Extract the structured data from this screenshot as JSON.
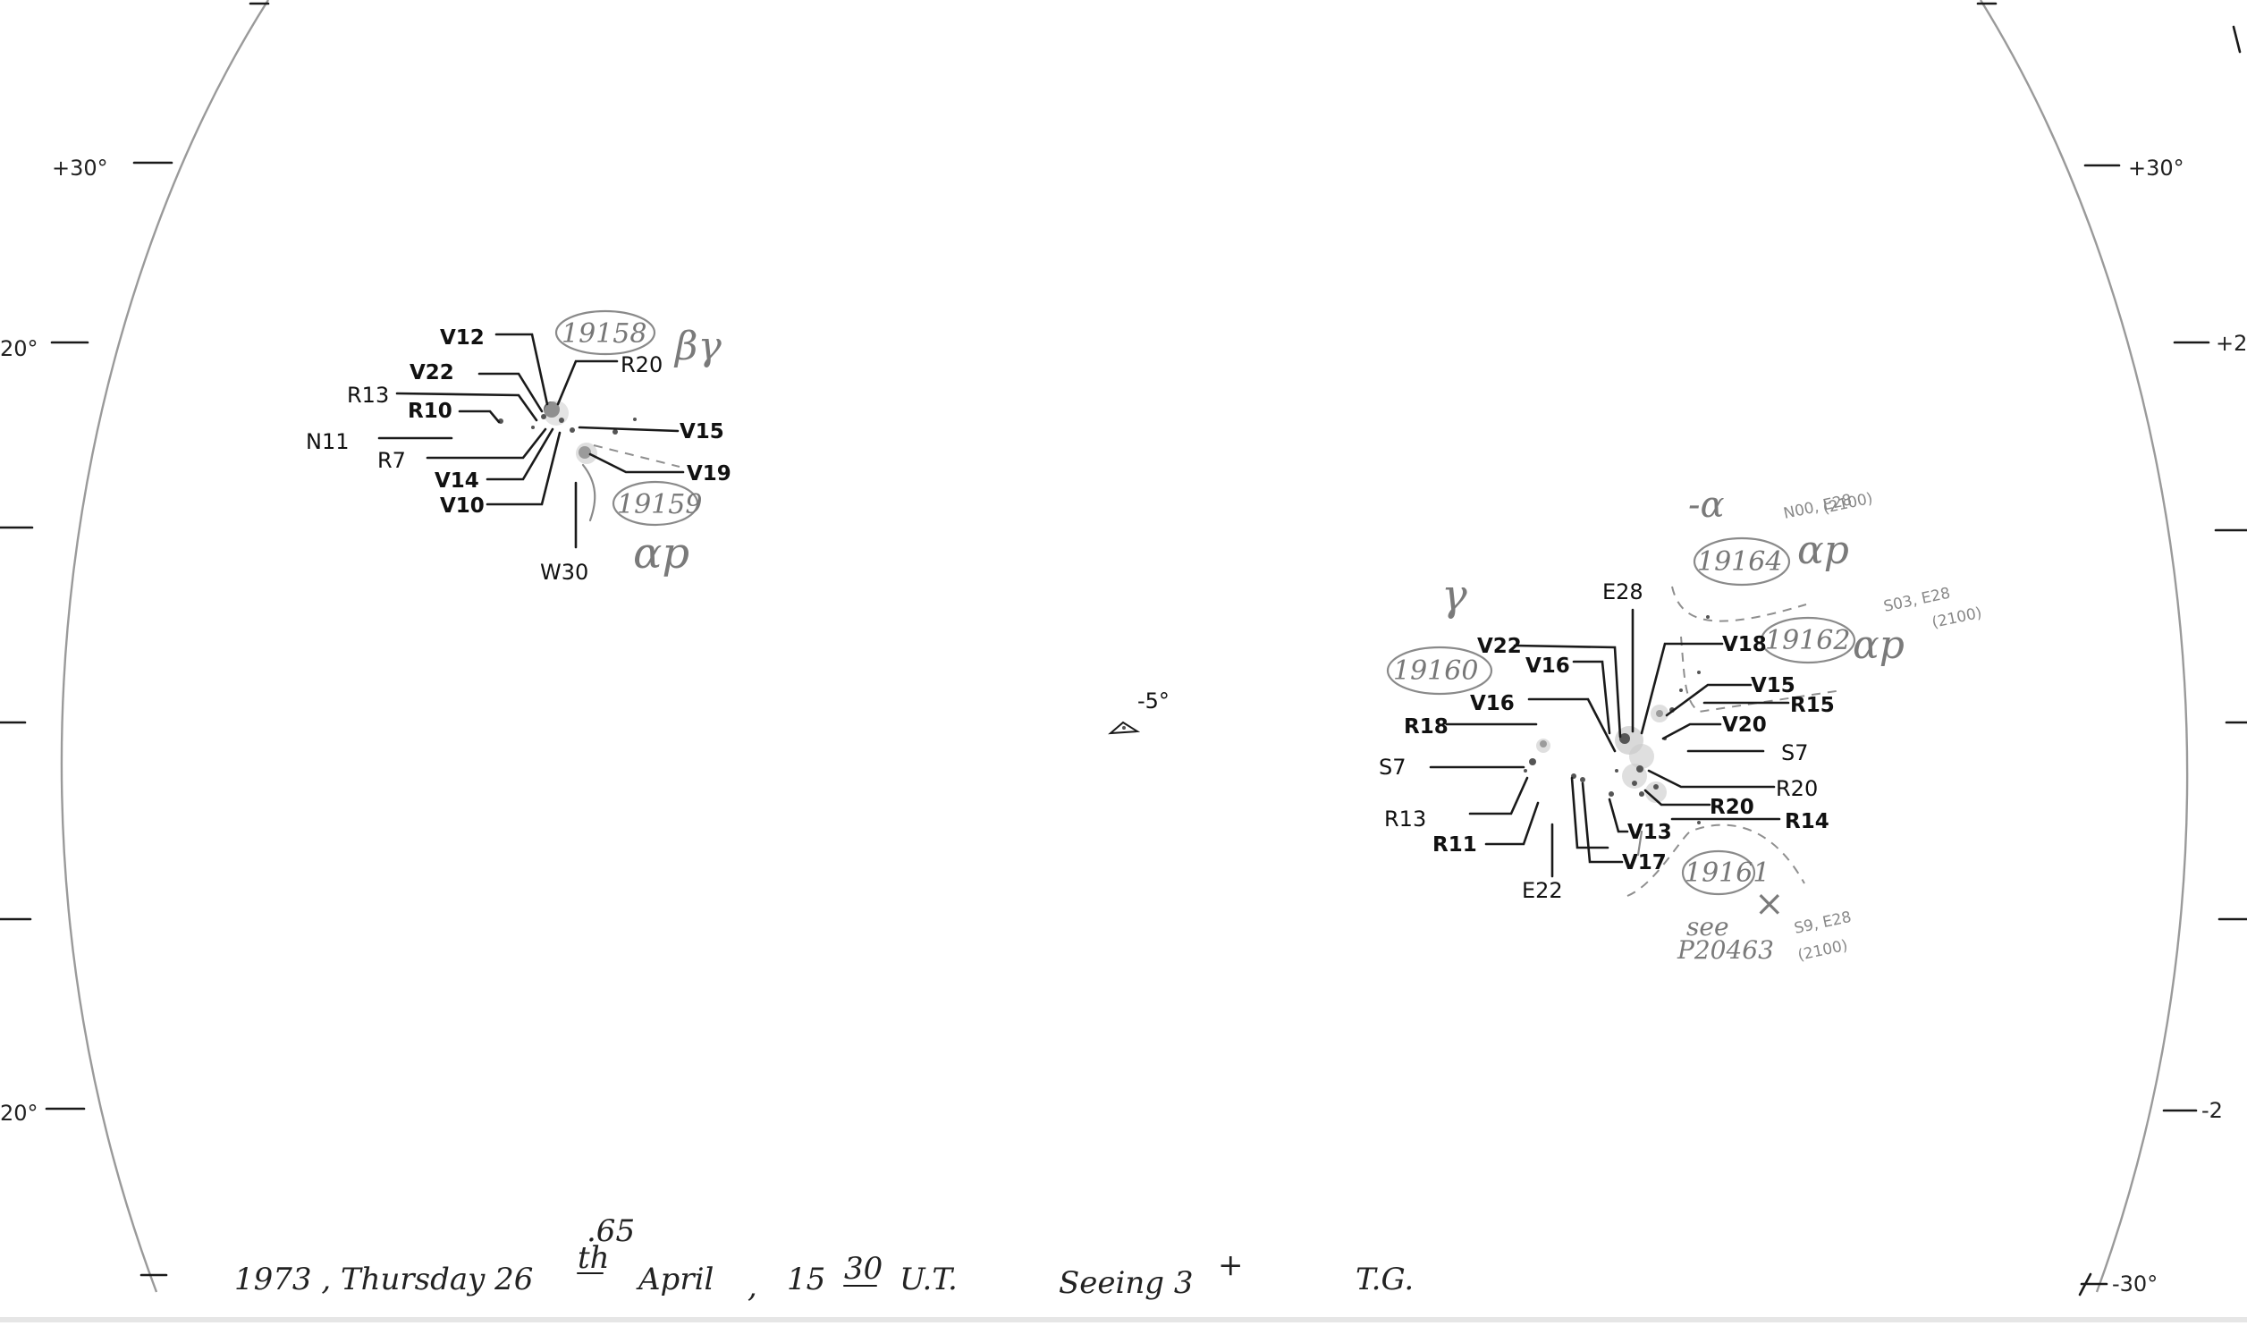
{
  "scale": {
    "left": [
      "+30°",
      "20°",
      "20°"
    ],
    "right": [
      "+30°",
      "+2",
      "-2",
      "-30°"
    ]
  },
  "group_left": {
    "region_a": "19158",
    "region_b": "19159",
    "class_a": "βγ",
    "class_b": "αp",
    "labels": [
      "V12",
      "V22",
      "R13",
      "R10",
      "N11",
      "R7",
      "V14",
      "V10",
      "R20",
      "V15",
      "V19",
      "W30"
    ]
  },
  "group_right": {
    "region_a": "19160",
    "region_b": "19162",
    "region_c": "19164",
    "region_d": "19161",
    "class_a": "γ",
    "class_b": "αp",
    "class_c": "αp",
    "class_c_top": "-α",
    "class_d": "×",
    "note_c": "N00, E28",
    "note_c_time": "(2100)",
    "note_b": "S03, E28",
    "note_b_time": "(2100)",
    "note_d": "S9, E28",
    "note_d_time": "(2100)",
    "see_ref": "see",
    "see_ref2": "P20463",
    "labels_left": [
      "V22",
      "V16",
      "V16",
      "R18",
      "S7",
      "R13",
      "R11",
      "E22"
    ],
    "labels_top": [
      "E28"
    ],
    "labels_right": [
      "V18",
      "V15",
      "R15",
      "V20",
      "S7",
      "R20",
      "R20",
      "R14",
      "V13",
      "V17"
    ]
  },
  "center_marker": "-5°",
  "caption": {
    "date": "1973 , Thursday 26",
    "date_sup": "th",
    "month": "April",
    "sep": ",",
    "time": "15",
    "time_sup": "30",
    "ut": "U.T.",
    "frac": ".65",
    "seeing": "Seeing 3",
    "seeing_sup": "+",
    "initials": "T.G."
  }
}
